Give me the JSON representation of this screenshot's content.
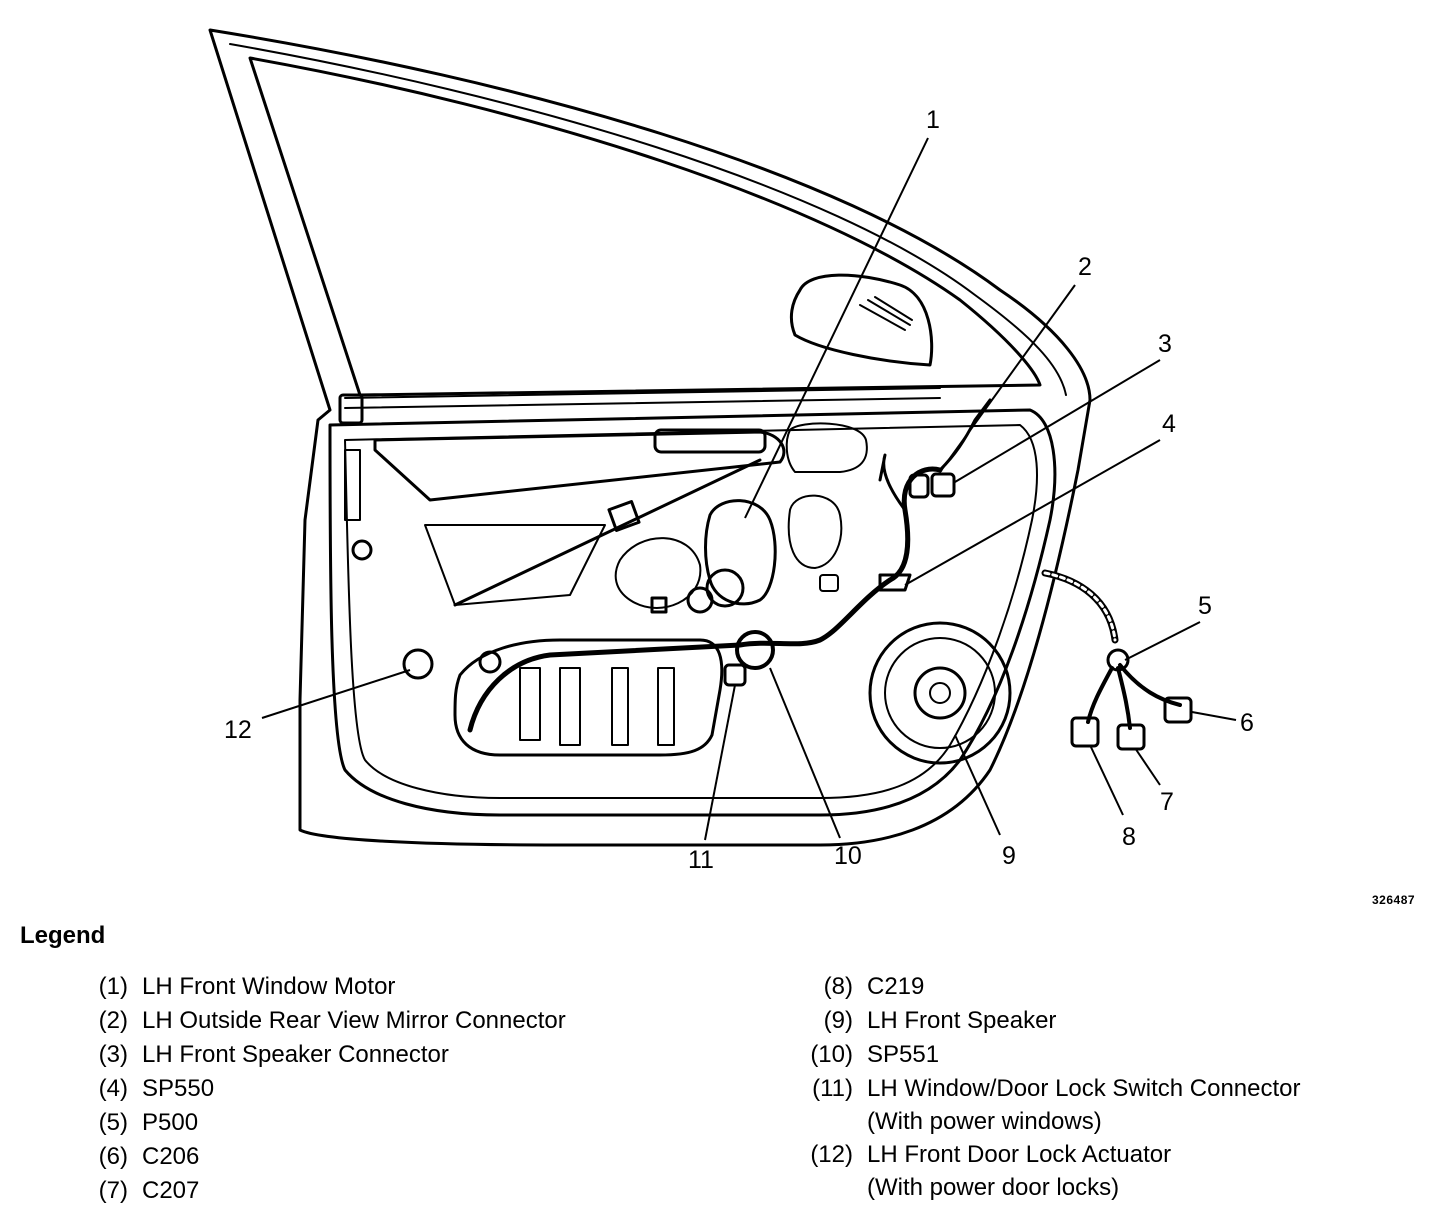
{
  "figure_id": "326487",
  "callouts": [
    "1",
    "2",
    "3",
    "4",
    "5",
    "6",
    "7",
    "8",
    "9",
    "10",
    "11",
    "12"
  ],
  "legend": {
    "title": "Legend",
    "items": [
      {
        "num": "(1)",
        "text": "LH Front Window Motor",
        "note": ""
      },
      {
        "num": "(2)",
        "text": "LH Outside Rear View Mirror Connector",
        "note": ""
      },
      {
        "num": "(3)",
        "text": "LH Front Speaker Connector",
        "note": ""
      },
      {
        "num": "(4)",
        "text": "SP550",
        "note": ""
      },
      {
        "num": "(5)",
        "text": "P500",
        "note": ""
      },
      {
        "num": "(6)",
        "text": "C206",
        "note": ""
      },
      {
        "num": "(7)",
        "text": "C207",
        "note": ""
      },
      {
        "num": "(8)",
        "text": "C219",
        "note": ""
      },
      {
        "num": "(9)",
        "text": "LH Front Speaker",
        "note": ""
      },
      {
        "num": "(10)",
        "text": "SP551",
        "note": ""
      },
      {
        "num": "(11)",
        "text": "LH Window/Door Lock Switch Connector",
        "note": "(With power windows)"
      },
      {
        "num": "(12)",
        "text": "LH Front Door Lock Actuator",
        "note": "(With power door locks)"
      }
    ]
  }
}
